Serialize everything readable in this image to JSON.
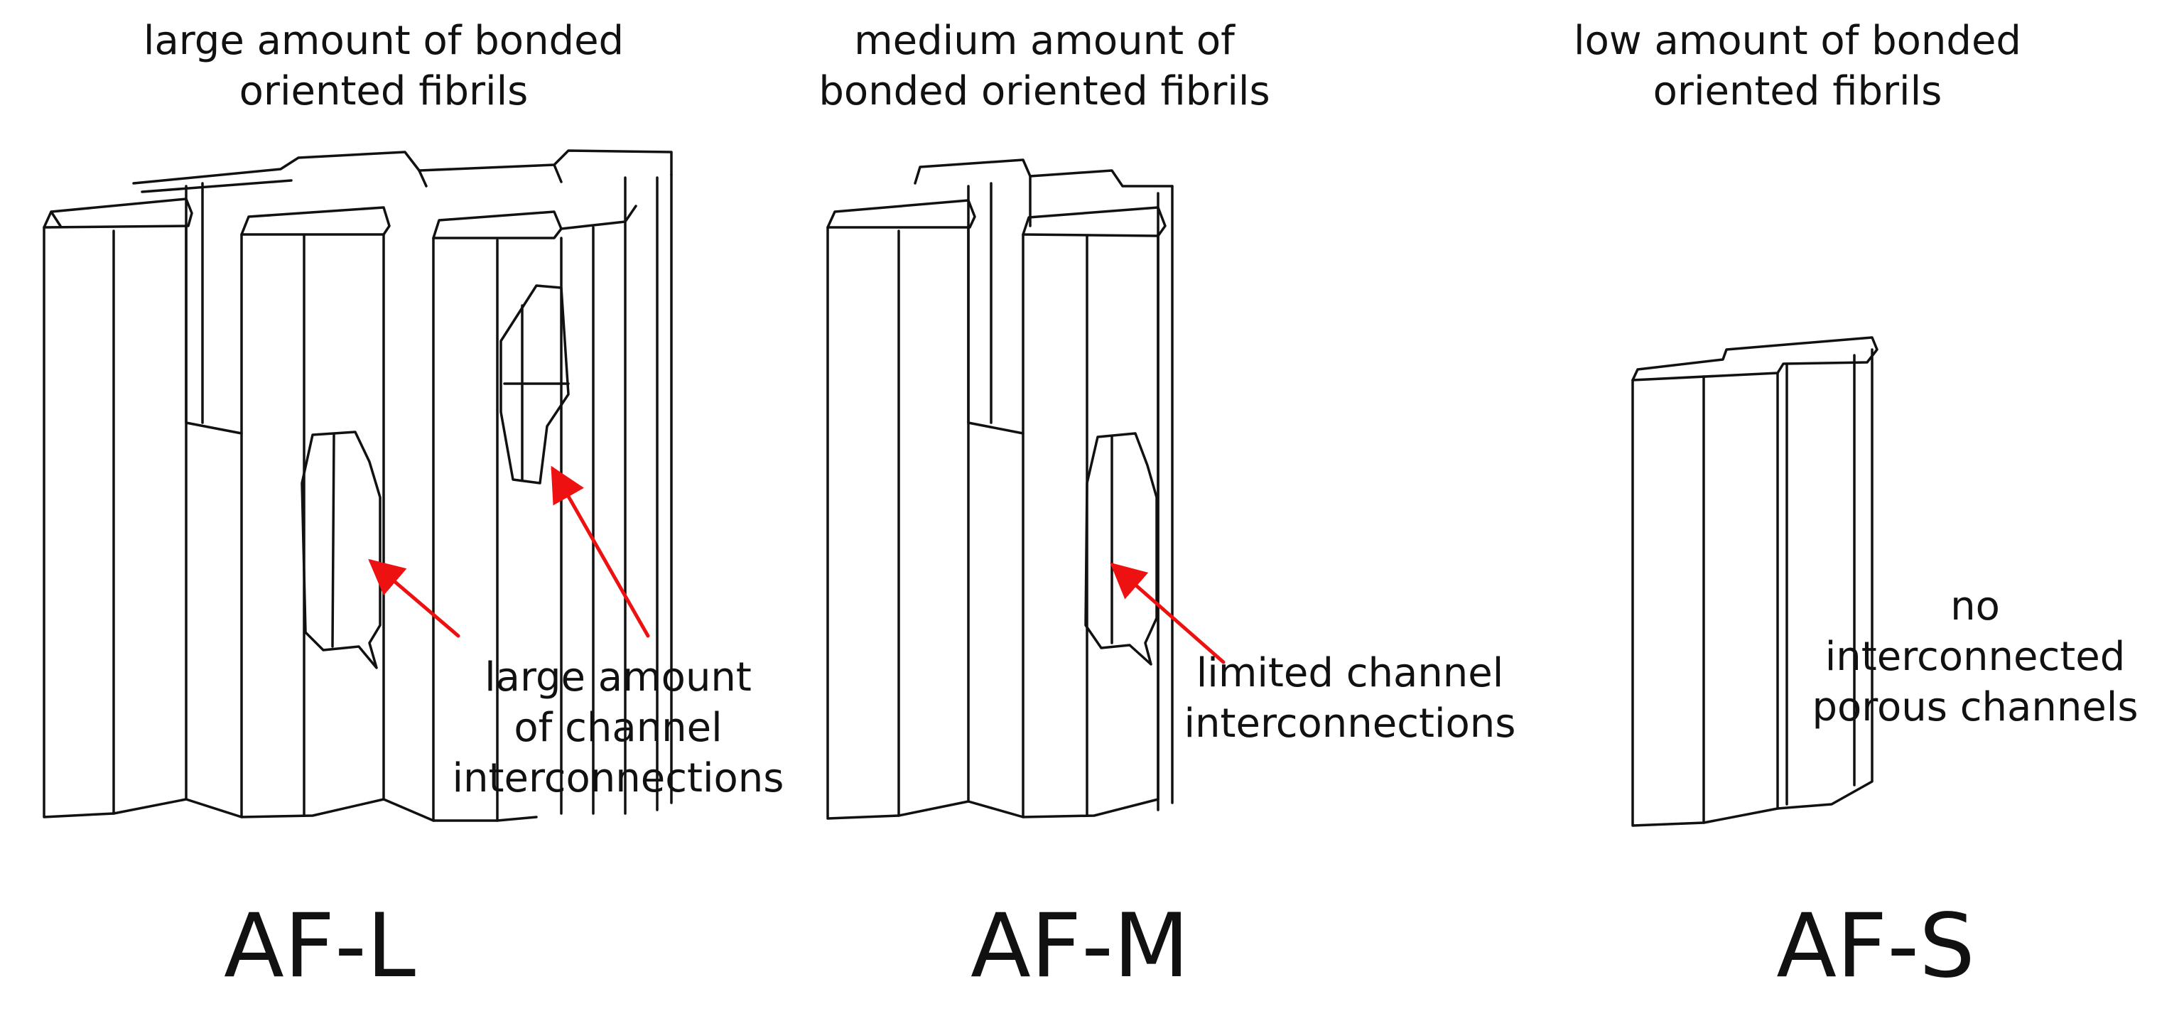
{
  "panels": [
    {
      "heading": "large amount of bonded\noriented fibrils",
      "note": "large amount\nof channel\ninterconnections",
      "label": "AF-L"
    },
    {
      "heading": "medium amount of\nbonded oriented fibrils",
      "note": "limited channel\ninterconnections",
      "label": "AF-M"
    },
    {
      "heading": "low amount of bonded\noriented fibrils",
      "note": "no\ninterconnected\nporous channels",
      "label": "AF-S"
    }
  ],
  "colors": {
    "line": "#111111",
    "arrow": "#ee1111",
    "background": "#ffffff"
  }
}
